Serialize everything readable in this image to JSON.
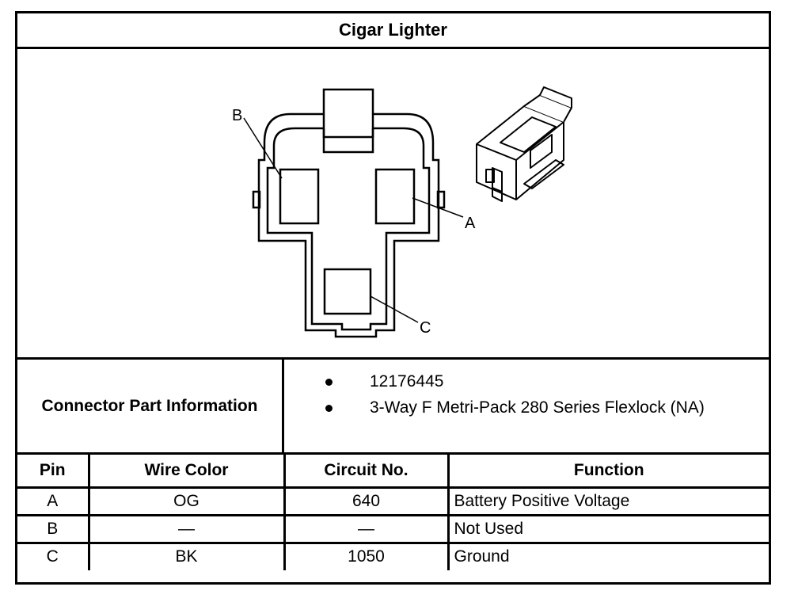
{
  "title": "Cigar Lighter",
  "diagram": {
    "labels": {
      "a": "A",
      "b": "B",
      "c": "C"
    }
  },
  "connector_info": {
    "label": "Connector Part Information",
    "items": [
      "12176445",
      "3-Way F Metri-Pack 280 Series Flexlock (NA)"
    ]
  },
  "pin_table": {
    "headers": [
      "Pin",
      "Wire Color",
      "Circuit No.",
      "Function"
    ],
    "rows": [
      [
        "A",
        "OG",
        "640",
        "Battery Positive Voltage"
      ],
      [
        "B",
        "—",
        "—",
        "Not Used"
      ],
      [
        "C",
        "BK",
        "1050",
        "Ground"
      ]
    ]
  }
}
